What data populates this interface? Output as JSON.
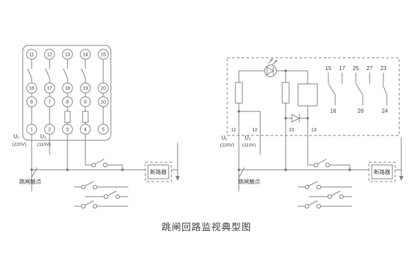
{
  "title": "跳闸回路监视典型图",
  "left_panel": {
    "terminal_rows": [
      [
        "11",
        "12",
        "13",
        "14",
        "15"
      ],
      [
        "16",
        "17",
        "18",
        "19",
        "20"
      ],
      [
        "6",
        "7",
        "8",
        "9",
        "10"
      ],
      [
        "1",
        "2",
        "3",
        "4",
        "5"
      ]
    ],
    "u1_label": "U₁",
    "u1_voltage": "(220V)",
    "u2_label": "U₂",
    "u2_voltage": "(110V)",
    "trip_contact_label": "跳闸触点",
    "breaker_label": "断路器"
  },
  "right_panel": {
    "terminal_11": "11",
    "terminal_12": "12",
    "terminal_21": "21",
    "terminal_13": "13",
    "contact_numbers_top": [
      "15",
      "17",
      "25",
      "27",
      "23"
    ],
    "contact_numbers_bottom": [
      "16",
      "26",
      "24"
    ],
    "u1_label": "U₁",
    "u1_voltage": "(220V)",
    "u2_label": "U₂",
    "u2_voltage": "(110V)",
    "trip_contact_label": "跳闸触点",
    "breaker_label": "断路器"
  },
  "colors": {
    "line": "#7d7d7d",
    "text": "#3a3a3a",
    "background": "#ffffff"
  }
}
